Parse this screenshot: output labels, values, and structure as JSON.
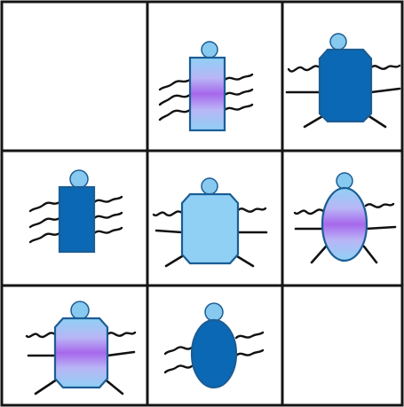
{
  "palette": {
    "background": "#ffffff",
    "grid_line": "#151515",
    "dark_blue": "#0b68b4",
    "light_blue": "#8fd0f4",
    "purple_band": "#a768ec",
    "head_blue": "#87c9ef",
    "line": "#111111"
  },
  "grid": {
    "rows": 3,
    "columns": 3,
    "cells": [
      {
        "row": 1,
        "column": 1,
        "content": "empty"
      },
      {
        "row": 1,
        "column": 2,
        "content": "bug",
        "shape": "tall-rectangle",
        "fill": "gradient",
        "legs": "wavy"
      },
      {
        "row": 1,
        "column": 3,
        "content": "bug",
        "shape": "octagon",
        "fill": "dark",
        "legs": "straight"
      },
      {
        "row": 2,
        "column": 1,
        "content": "bug",
        "shape": "tall-rectangle",
        "fill": "dark",
        "legs": "wavy"
      },
      {
        "row": 2,
        "column": 2,
        "content": "bug",
        "shape": "octagon",
        "fill": "light",
        "legs": "straight"
      },
      {
        "row": 2,
        "column": 3,
        "content": "bug",
        "shape": "oval",
        "fill": "gradient",
        "legs": "straight"
      },
      {
        "row": 3,
        "column": 1,
        "content": "bug",
        "shape": "octagon",
        "fill": "gradient",
        "legs": "straight"
      },
      {
        "row": 3,
        "column": 2,
        "content": "bug",
        "shape": "oval",
        "fill": "dark",
        "legs": "wavy"
      },
      {
        "row": 3,
        "column": 3,
        "content": "empty"
      }
    ]
  }
}
